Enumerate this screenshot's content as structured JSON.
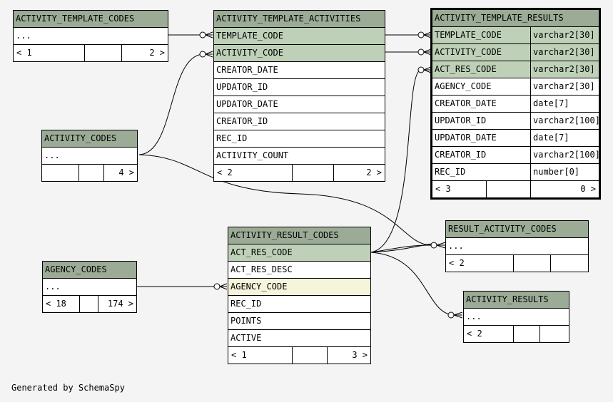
{
  "footer_text": "Generated by SchemaSpy",
  "tables": {
    "activity_template_codes": {
      "title": "ACTIVITY_TEMPLATE_CODES",
      "rows": [
        "..."
      ],
      "foot": {
        "left": "< 1",
        "right": "2 >"
      }
    },
    "activity_template_activities": {
      "title": "ACTIVITY_TEMPLATE_ACTIVITIES",
      "rows": [
        "TEMPLATE_CODE",
        "ACTIVITY_CODE",
        "CREATOR_DATE",
        "UPDATOR_ID",
        "UPDATOR_DATE",
        "CREATOR_ID",
        "REC_ID",
        "ACTIVITY_COUNT"
      ],
      "foot": {
        "left": "< 2",
        "right": "2 >"
      }
    },
    "activity_template_results": {
      "title": "ACTIVITY_TEMPLATE_RESULTS",
      "rows": [
        {
          "name": "TEMPLATE_CODE",
          "type": "varchar2[30]"
        },
        {
          "name": "ACTIVITY_CODE",
          "type": "varchar2[30]"
        },
        {
          "name": "ACT_RES_CODE",
          "type": "varchar2[30]"
        },
        {
          "name": "AGENCY_CODE",
          "type": "varchar2[30]"
        },
        {
          "name": "CREATOR_DATE",
          "type": "date[7]"
        },
        {
          "name": "UPDATOR_ID",
          "type": "varchar2[100]"
        },
        {
          "name": "UPDATOR_DATE",
          "type": "date[7]"
        },
        {
          "name": "CREATOR_ID",
          "type": "varchar2[100]"
        },
        {
          "name": "REC_ID",
          "type": "number[0]"
        }
      ],
      "foot": {
        "left": "< 3",
        "right": "0 >"
      }
    },
    "activity_codes": {
      "title": "ACTIVITY_CODES",
      "rows": [
        "..."
      ],
      "foot": {
        "left": "",
        "right": "4 >"
      }
    },
    "activity_result_codes": {
      "title": "ACTIVITY_RESULT_CODES",
      "rows": [
        "ACT_RES_CODE",
        "ACT_RES_DESC",
        "AGENCY_CODE",
        "REC_ID",
        "POINTS",
        "ACTIVE"
      ],
      "foot": {
        "left": "< 1",
        "right": "3 >"
      }
    },
    "agency_codes": {
      "title": "AGENCY_CODES",
      "rows": [
        "..."
      ],
      "foot": {
        "left": "< 18",
        "right": "174 >"
      }
    },
    "result_activity_codes": {
      "title": "RESULT_ACTIVITY_CODES",
      "rows": [
        "..."
      ],
      "foot": {
        "left": "< 2",
        "right": ""
      }
    },
    "activity_results": {
      "title": "ACTIVITY_RESULTS",
      "rows": [
        "..."
      ],
      "foot": {
        "left": "< 2",
        "right": ""
      }
    }
  }
}
